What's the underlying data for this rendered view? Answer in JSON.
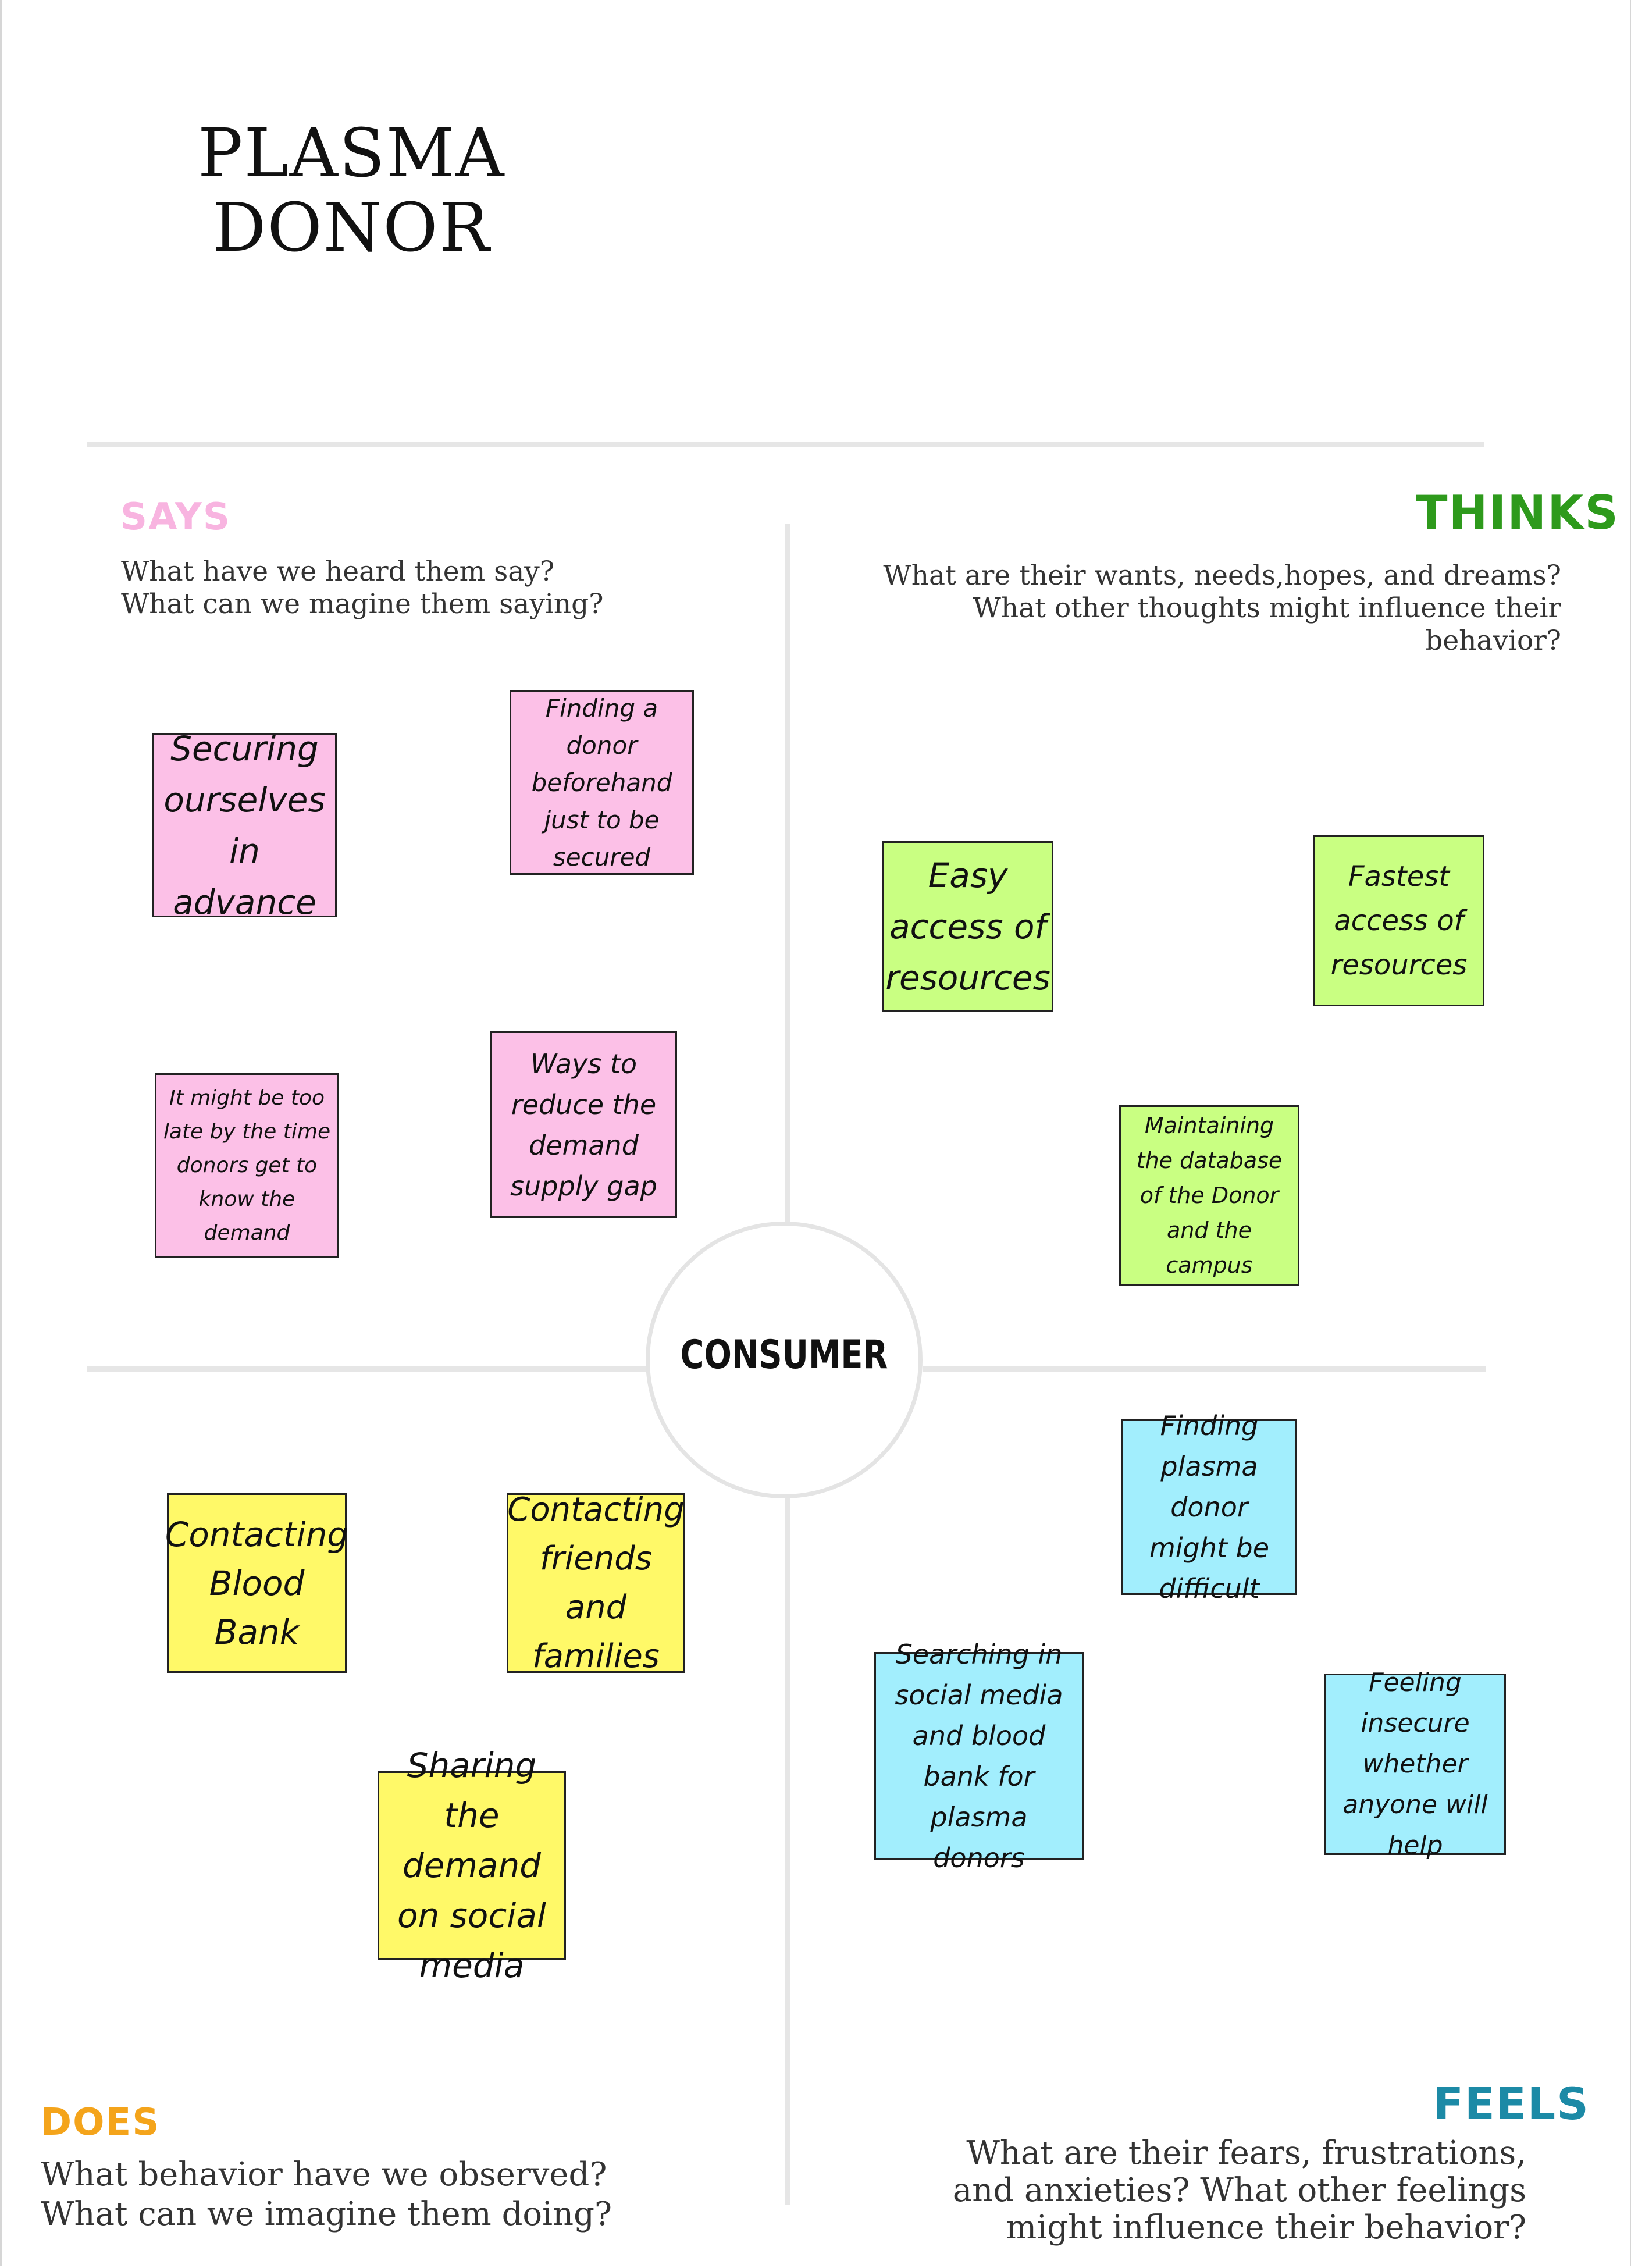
{
  "title": {
    "line1": "PLASMA",
    "line2": "DONOR"
  },
  "center": {
    "label": "CONSUMER"
  },
  "colors": {
    "says": "#f8b4e0",
    "thinks": "#2e9a1c",
    "does": "#f4a41b",
    "feels": "#1c8aa6",
    "pink_note": "#fcc0e7",
    "green_note": "#c9ff82",
    "yellow_note": "#fff968",
    "blue_note": "#a2eefd"
  },
  "quadrants": {
    "says": {
      "label": "SAYS",
      "lines": [
        "What have we heard them say?",
        "What can we magine them saying?"
      ]
    },
    "thinks": {
      "label": "THINKS",
      "lines": [
        "What are their wants, needs,hopes, and dreams?",
        "What other thoughts might influence their",
        "behavior?"
      ]
    },
    "does": {
      "label": "DOES",
      "lines": [
        "What behavior have we observed?",
        "What can we imagine them doing?"
      ]
    },
    "feels": {
      "label": "FEELS",
      "lines": [
        "What are their fears, frustrations,",
        "and anxieties? What other feelings",
        "might influence their behavior?"
      ]
    }
  },
  "notes": {
    "says": [
      "Securing ourselves in advance",
      "Finding a donor beforehand just to be secured",
      "It might be too late by the time donors get to know the demand",
      "Ways to reduce the demand supply gap"
    ],
    "thinks": [
      "Easy access of resources",
      "Fastest access of resources",
      "Maintaining the database of the Donor and the campus"
    ],
    "does": [
      "Contacting Blood Bank",
      "Contacting friends and families",
      "Sharing the demand on social media"
    ],
    "feels": [
      "Finding plasma donor might be difficult",
      "Searching in social media and blood bank for plasma donors",
      "Feeling insecure whether anyone will help"
    ]
  }
}
